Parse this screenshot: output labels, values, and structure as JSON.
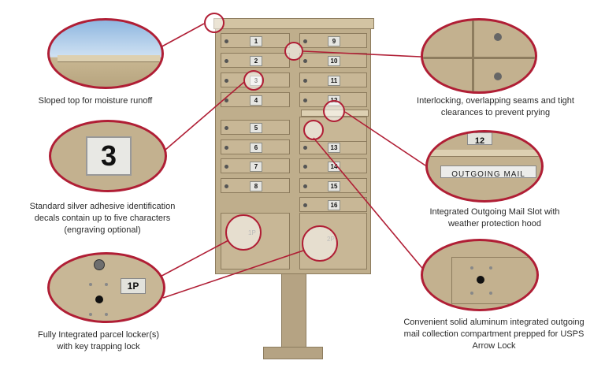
{
  "unit": {
    "left_doors": [
      "1",
      "2",
      "3",
      "4",
      "5",
      "6",
      "7",
      "8"
    ],
    "right_doors": [
      "9",
      "10",
      "11",
      "12",
      "13",
      "14",
      "15",
      "16"
    ],
    "parcel_left": "1P",
    "parcel_right": "2P"
  },
  "callouts": {
    "sloped_top": "Sloped top for moisture runoff",
    "decals": "Standard silver adhesive identification decals contain up to five characters (engraving optional)",
    "decal_sample": "3",
    "parcel": "Fully Integrated parcel locker(s) with key trapping lock",
    "parcel_label": "1P",
    "seams": "Interlocking, overlapping seams and tight clearances to prevent prying",
    "outgoing_slot": "Integrated Outgoing Mail Slot with weather protection hood",
    "outgoing_label": "OUTGOING MAIL",
    "outgoing_number": "12",
    "collection": "Convenient solid aluminum integrated outgoing mail collection compartment prepped for USPS Arrow Lock"
  },
  "colors": {
    "accent": "#b01e35",
    "cabinet": "#c8b796"
  }
}
